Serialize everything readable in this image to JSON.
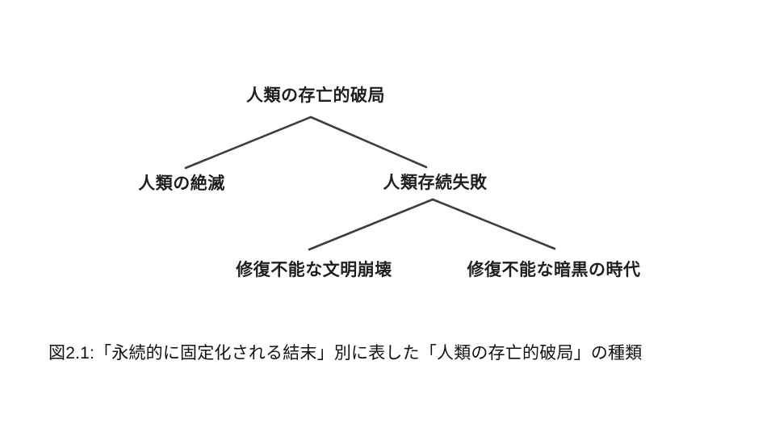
{
  "figure": {
    "tree": {
      "root": {
        "label": "人類の存亡的破局"
      },
      "children": [
        {
          "label": "人類の絶滅"
        },
        {
          "label": "人類存続失敗",
          "children": [
            {
              "label": "修復不能な文明崩壊"
            },
            {
              "label": "修復不能な暗黒の時代"
            }
          ]
        }
      ]
    },
    "caption": "図2.1:「永続的に固定化される結末」別に表した「人類の存亡的破局」の種類",
    "colors": {
      "background": "#ffffff",
      "text": "#1f1f1f",
      "line": "#3d3d3d"
    }
  }
}
